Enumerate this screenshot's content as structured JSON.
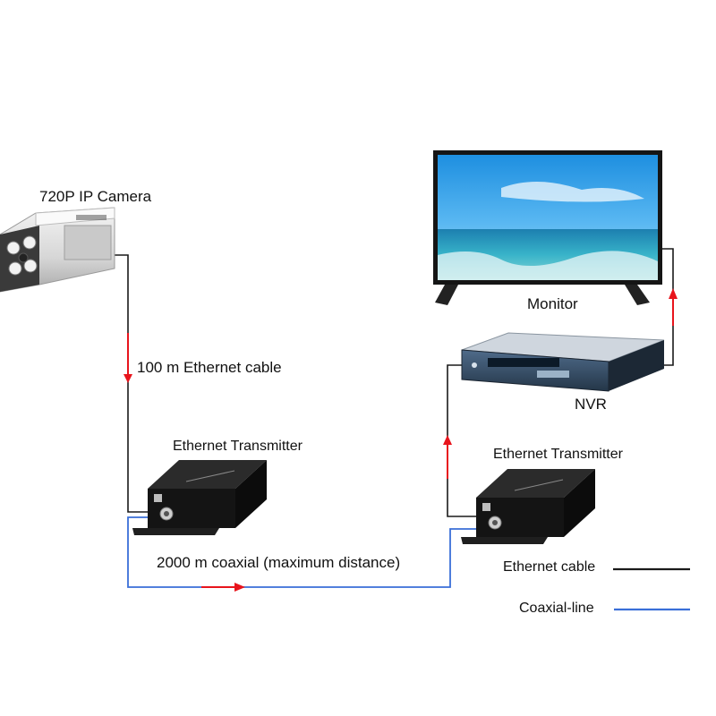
{
  "labels": {
    "camera": "720P IP Camera",
    "ethernet_cable_100m": "100 m Ethernet cable",
    "transmitter_left": "Ethernet Transmitter",
    "coaxial_2000m": "2000 m coaxial (maximum distance)",
    "transmitter_right": "Ethernet Transmitter",
    "nvr": "NVR",
    "monitor": "Monitor"
  },
  "legend": [
    {
      "label": "Ethernet cable",
      "color": "#1a1a1a"
    },
    {
      "label": "Coaxial-line",
      "color": "#3a6fd8"
    }
  ],
  "colors": {
    "ethernet": "#1a1a1a",
    "coaxial": "#3a6fd8",
    "arrow": "#e8141c"
  },
  "icons": {
    "camera": "ip-camera-icon",
    "transmitter": "ethernet-transmitter-icon",
    "nvr": "nvr-recorder-icon",
    "monitor": "monitor-icon"
  }
}
